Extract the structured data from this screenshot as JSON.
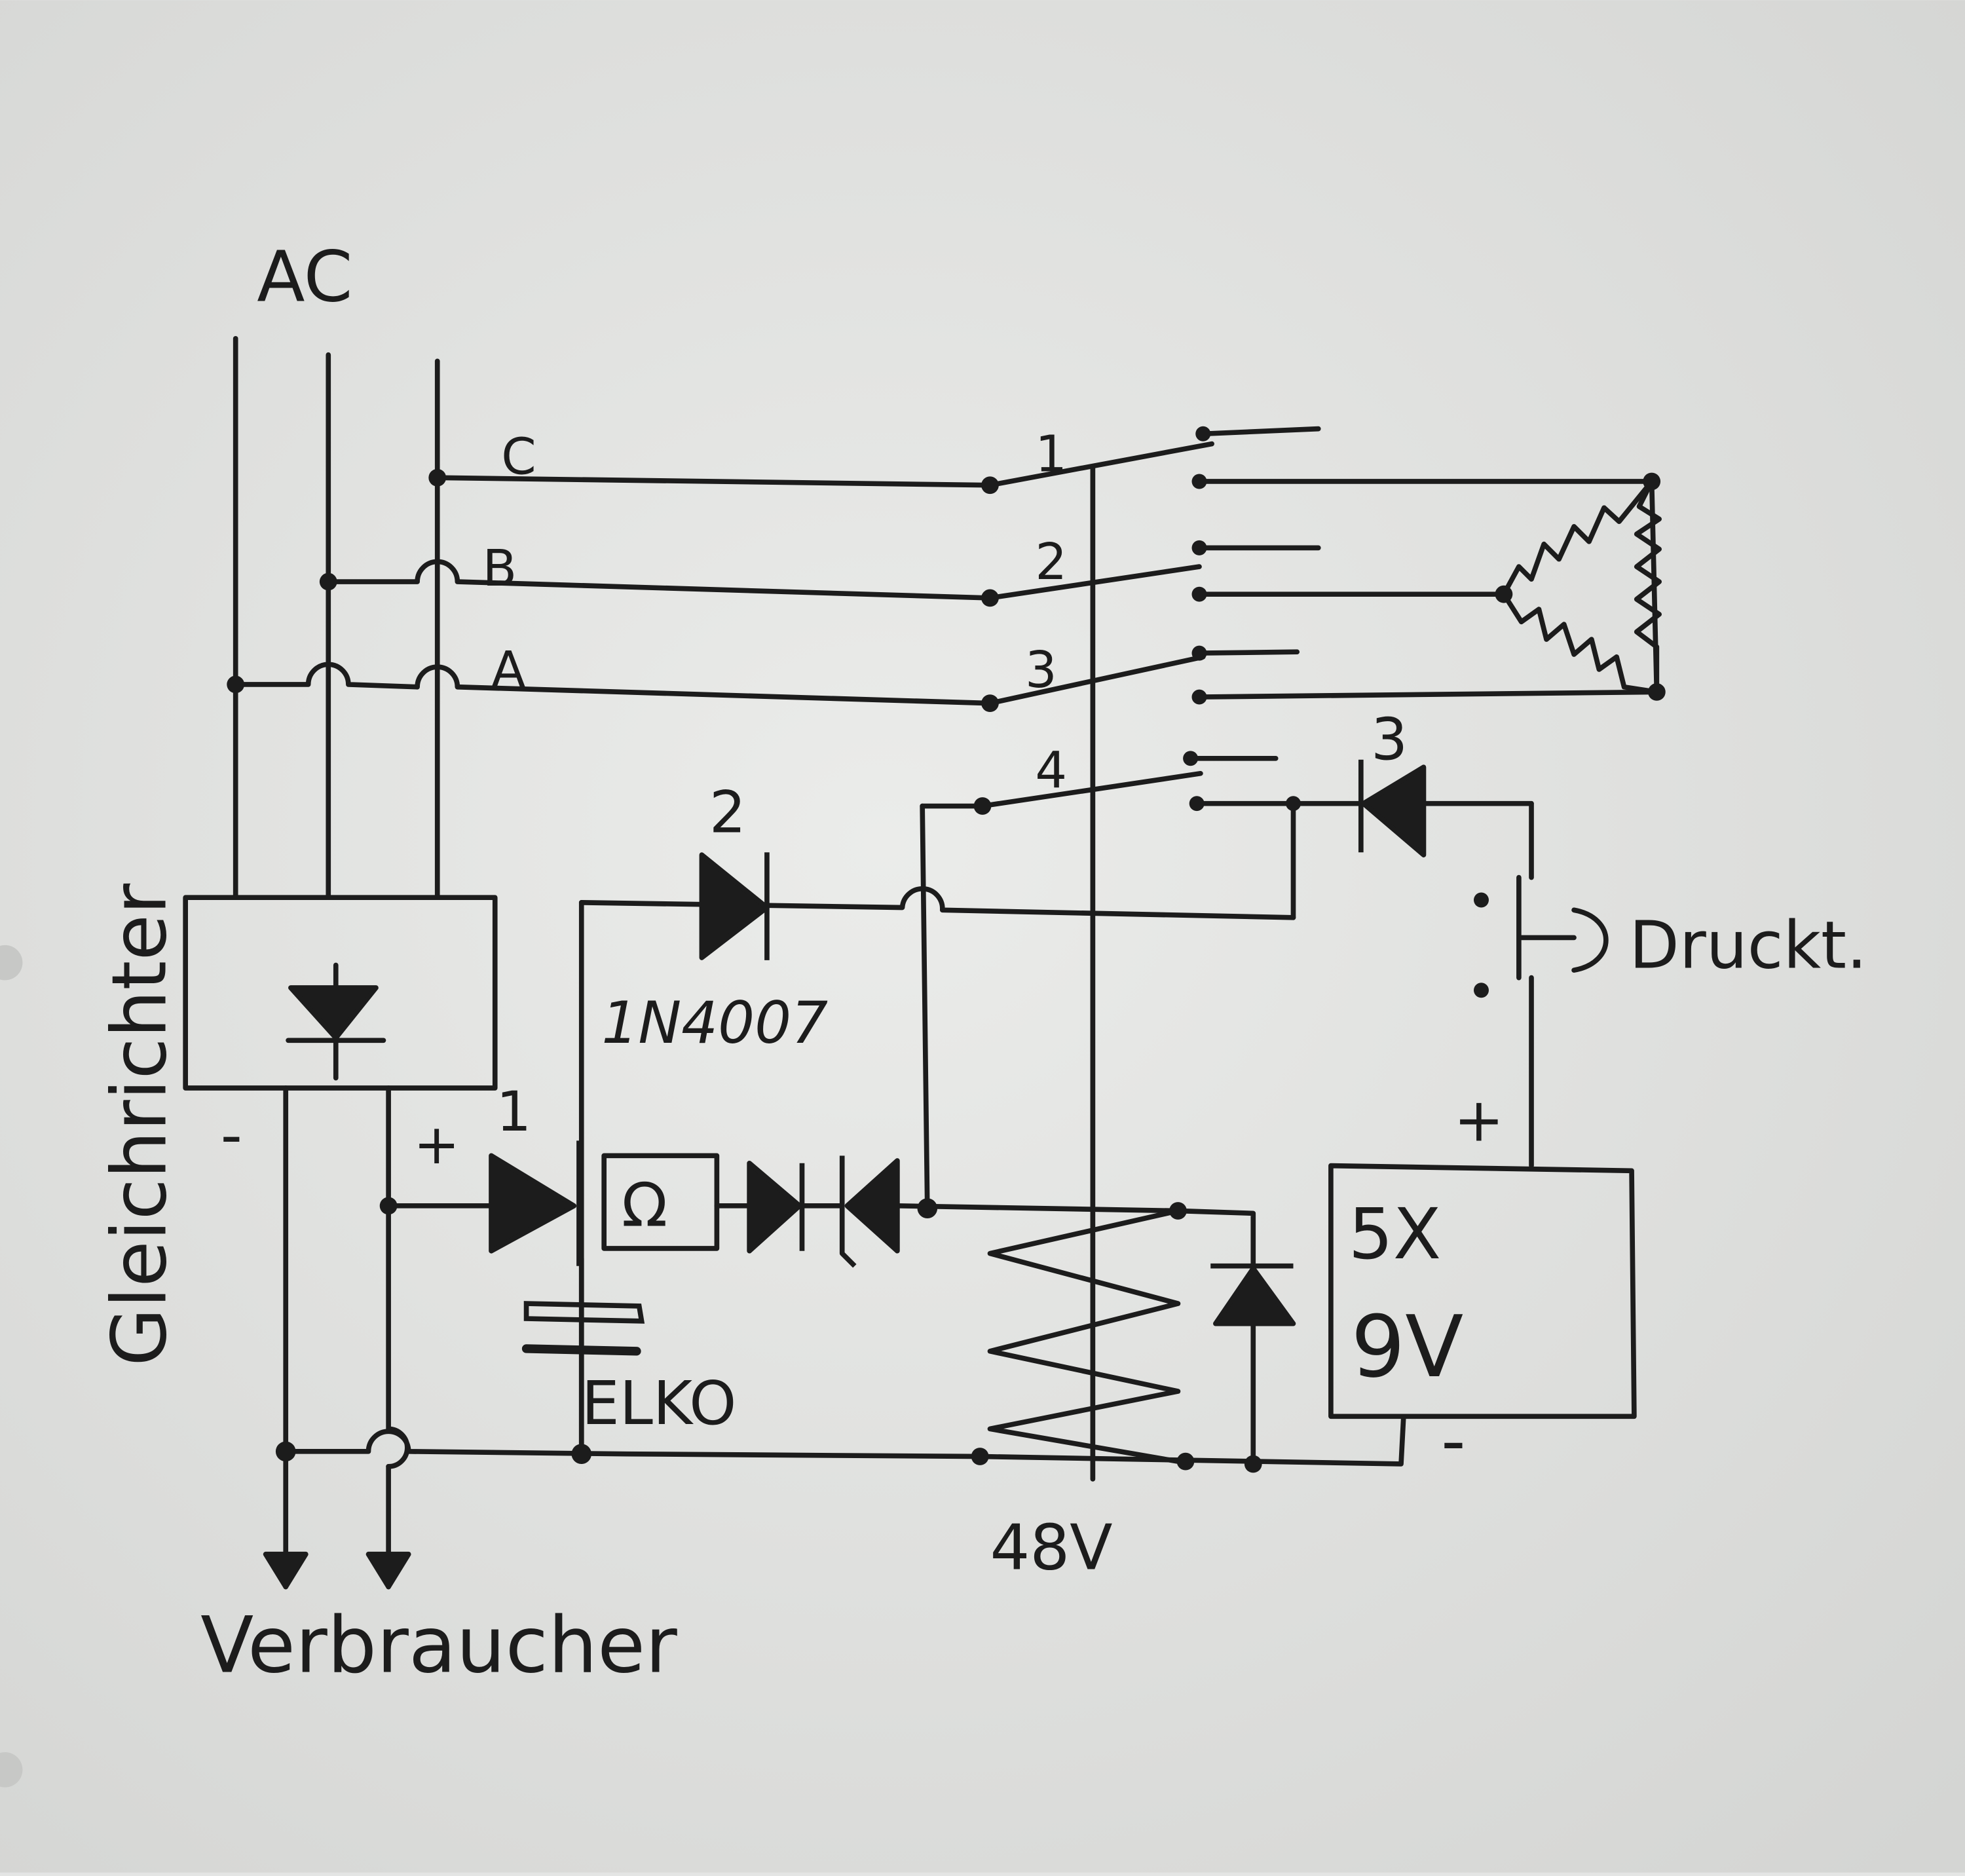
{
  "labels": {
    "ac": "AC",
    "phase_c": "C",
    "phase_b": "B",
    "phase_a": "A",
    "rectifier": "Gleichrichter",
    "minus": "-",
    "plus": "+",
    "diode1": "1",
    "diode2": "2",
    "diode3": "3",
    "diode2_type": "1N4007",
    "resistor": "Ω",
    "capacitor": "ELKO",
    "relay_voltage": "48V",
    "contact1": "1",
    "contact2": "2",
    "contact3": "3",
    "contact4": "4",
    "button": "Druckt.",
    "battery_count": "5X",
    "battery_voltage": "9V",
    "battery_plus": "+",
    "battery_minus": "-",
    "consumer": "Verbraucher"
  },
  "colors": {
    "paper": "#e4e5e4",
    "ink": "#1c1c1c"
  }
}
